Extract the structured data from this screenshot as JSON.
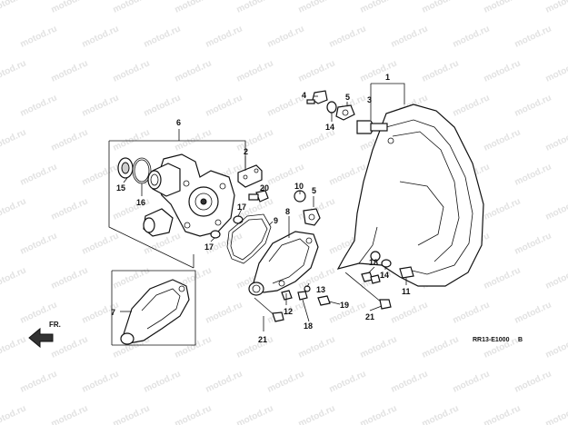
{
  "watermark": "motod.ru",
  "diagram_code": "RR13-E1000",
  "diagram_code_suffix": "B",
  "front_label": "FR.",
  "callouts": {
    "c1": "1",
    "c2": "2",
    "c3": "3",
    "c4": "4",
    "c5a": "5",
    "c5b": "5",
    "c6": "6",
    "c7": "7",
    "c8": "8",
    "c9": "9",
    "c10": "10",
    "c11": "11",
    "c12": "12",
    "c13": "13",
    "c14a": "14",
    "c14b": "14",
    "c15": "15",
    "c16": "16",
    "c17a": "17",
    "c17b": "17",
    "c18a": "18",
    "c18b": "18",
    "c19": "19",
    "c20": "20",
    "c21a": "21",
    "c21b": "21"
  }
}
